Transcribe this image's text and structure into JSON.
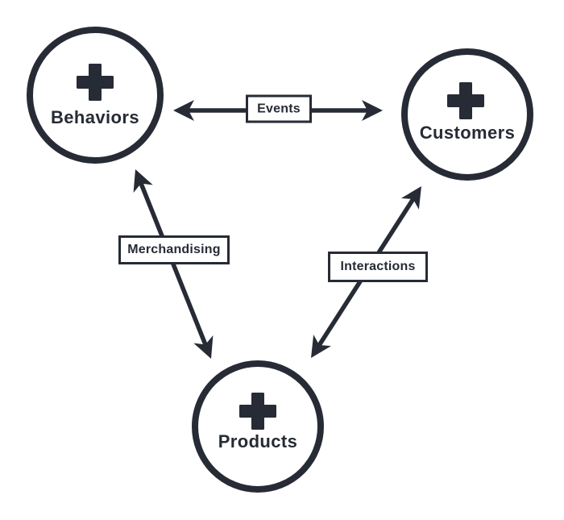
{
  "diagram": {
    "type": "entity-relationship-diagram",
    "colors": {
      "ink": "#262b35",
      "label_box_background": "#ffffff",
      "background": "#ffffff"
    },
    "nodes": [
      {
        "label": "Behaviors",
        "icon": "plus-icon",
        "shape": "circle"
      },
      {
        "label": "Customers",
        "icon": "plus-icon",
        "shape": "circle"
      },
      {
        "label": "Products",
        "icon": "plus-icon",
        "shape": "circle"
      }
    ],
    "edges": [
      {
        "label": "Events",
        "from": "Behaviors",
        "to": "Customers",
        "style": "double-headed-arrow"
      },
      {
        "label": "Merchandising",
        "from": "Behaviors",
        "to": "Products",
        "style": "double-headed-arrow"
      },
      {
        "label": "Interactions",
        "from": "Products",
        "to": "Customers",
        "style": "double-headed-arrow"
      }
    ]
  }
}
